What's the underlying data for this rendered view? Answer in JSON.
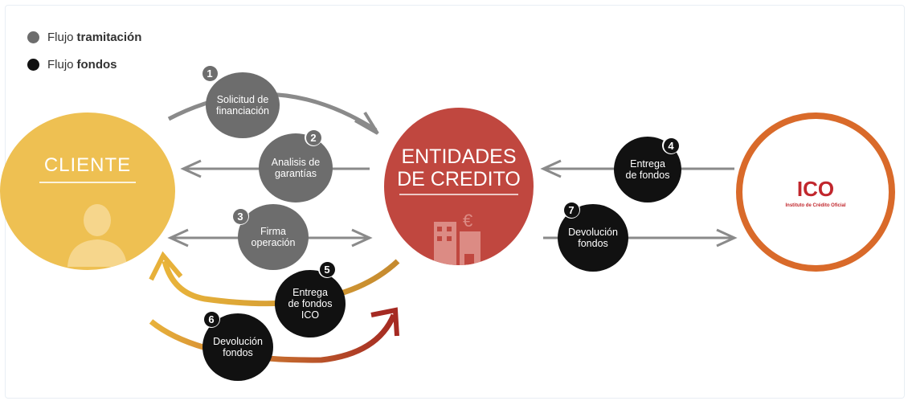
{
  "legend": [
    {
      "prefix": "Flujo",
      "bold": "tramitación",
      "color": "#6d6d6d"
    },
    {
      "prefix": "Flujo",
      "bold": "fondos",
      "color": "#111111"
    }
  ],
  "nodes": {
    "cliente": {
      "label": "CLIENTE",
      "color": "#eec052"
    },
    "entidades": {
      "line1": "ENTIDADES",
      "line2": "DE CREDITO",
      "color": "#c0473f"
    },
    "ico": {
      "logo": "ICO",
      "subtitle": "Instituto de Crédito Oficial",
      "ring_colors": [
        "#f5b323",
        "#c1272d"
      ]
    }
  },
  "steps": [
    {
      "n": "1",
      "l1": "Solicitud de",
      "l2": "financiación",
      "l3": "",
      "flow": "tramitación"
    },
    {
      "n": "2",
      "l1": "Analisis de",
      "l2": "garantías",
      "l3": "",
      "flow": "tramitación"
    },
    {
      "n": "3",
      "l1": "Firma",
      "l2": "operación",
      "l3": "",
      "flow": "tramitación"
    },
    {
      "n": "4",
      "l1": "Entrega",
      "l2": "de fondos",
      "l3": "",
      "flow": "fondos"
    },
    {
      "n": "5",
      "l1": "Entrega",
      "l2": "de fondos",
      "l3": "ICO",
      "flow": "fondos"
    },
    {
      "n": "6",
      "l1": "Devolución",
      "l2": "fondos",
      "l3": "",
      "flow": "fondos"
    },
    {
      "n": "7",
      "l1": "Devolución",
      "l2": "fondos",
      "l3": "",
      "flow": "fondos"
    }
  ],
  "colors": {
    "grey": "#6d6d6d",
    "black": "#111111",
    "arrow": "#8a8a8a"
  }
}
